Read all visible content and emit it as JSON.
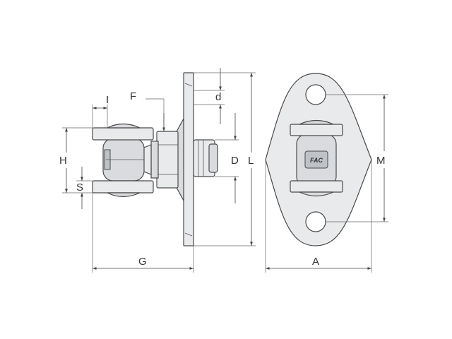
{
  "labels": {
    "I": "I",
    "F": "F",
    "d": "d",
    "H": "H",
    "S": "S",
    "D": "D",
    "L": "L",
    "G": "G",
    "A": "A",
    "M": "M"
  },
  "logo_text": "FAC",
  "colors": {
    "metal_light": "#e9eaec",
    "metal_mid": "#d9dbde",
    "outline": "#4a4a4a"
  }
}
